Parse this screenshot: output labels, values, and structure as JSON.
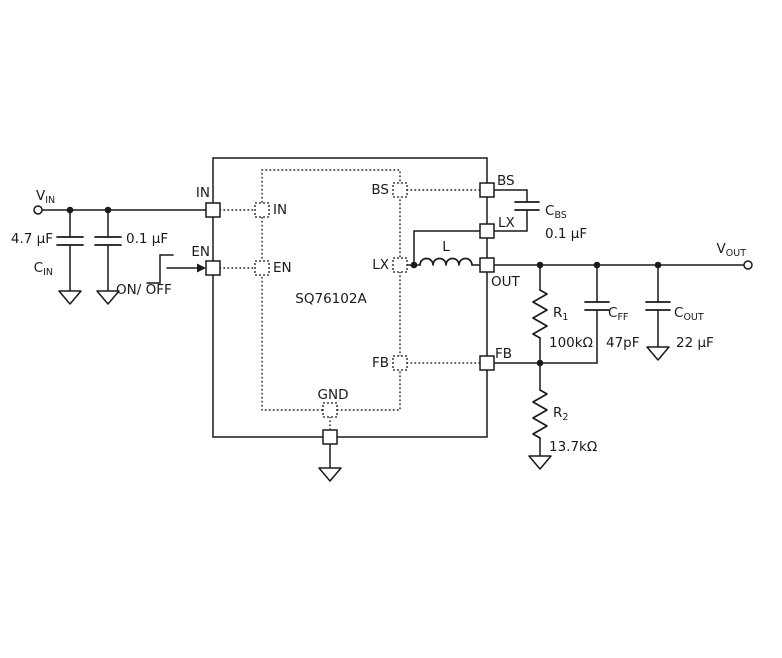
{
  "ic": {
    "part_number": "SQ76102A"
  },
  "pins": {
    "in": "IN",
    "en": "EN",
    "gnd": "GND",
    "bs": "BS",
    "lx": "LX",
    "out": "OUT",
    "fb": "FB"
  },
  "nets": {
    "vin": {
      "sym": "V",
      "sub": "IN"
    },
    "vout": {
      "sym": "V",
      "sub": "OUT"
    },
    "enable": "ON/ OFF"
  },
  "components": {
    "cin": {
      "sym": "C",
      "sub": "IN",
      "value": "4.7 µF"
    },
    "cin2": {
      "value": "0.1 µF"
    },
    "cbs": {
      "sym": "C",
      "sub": "BS",
      "value": "0.1 µF"
    },
    "l": {
      "ref": "L"
    },
    "r1": {
      "sym": "R",
      "sub": "1",
      "value": "100kΩ"
    },
    "r2": {
      "sym": "R",
      "sub": "2",
      "value": "13.7kΩ"
    },
    "cff": {
      "sym": "C",
      "sub": "FF",
      "value": "47pF"
    },
    "cout": {
      "sym": "C",
      "sub": "OUT",
      "value": "22 µF"
    }
  }
}
